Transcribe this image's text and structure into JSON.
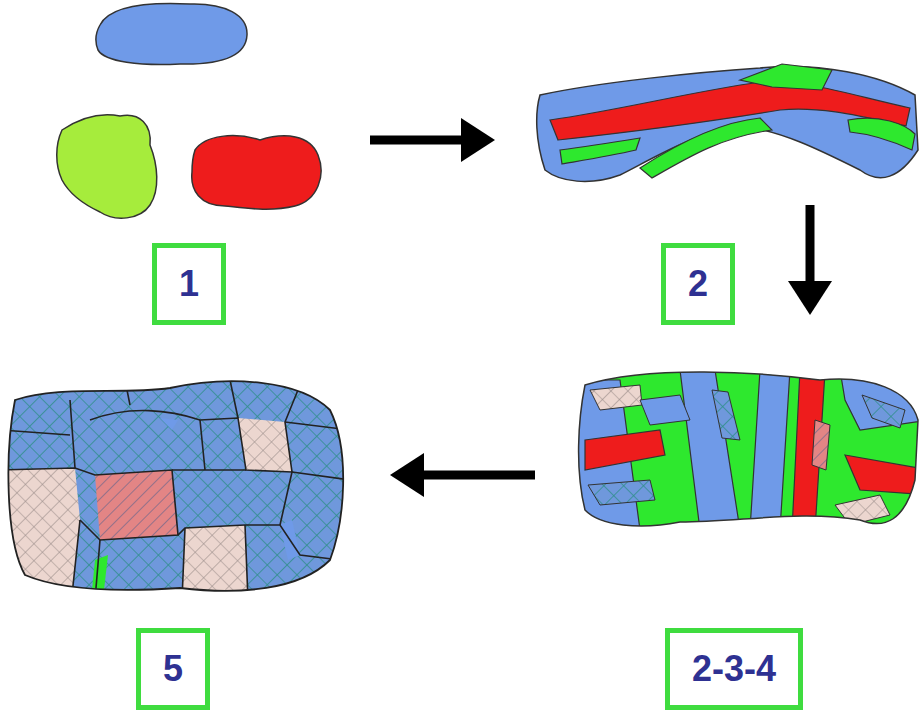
{
  "diagram": {
    "nodes": [
      {
        "text": [
          "1"
        ]
      },
      {
        "text": [
          "2"
        ]
      },
      {
        "text": [
          "2-3-4"
        ]
      },
      {
        "text": [
          "5"
        ]
      }
    ],
    "edges": [
      {
        "from": 0,
        "to": 1,
        "arrow": "to"
      },
      {
        "from": 1,
        "to": 2,
        "arrow": "to"
      },
      {
        "from": 2,
        "to": 3,
        "arrow": "to"
      }
    ]
  }
}
